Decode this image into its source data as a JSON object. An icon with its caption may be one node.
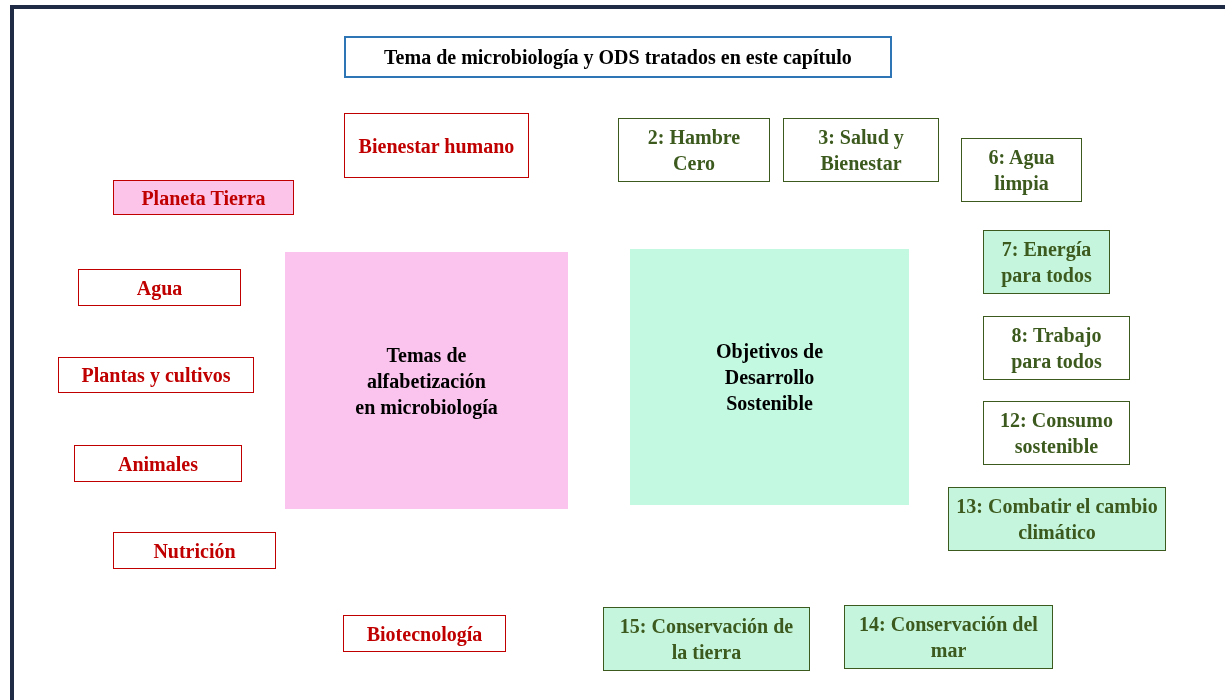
{
  "diagram": {
    "title": "Tema de microbiología y ODS tratados en este capítulo",
    "nodes": [
      {
        "text": [
          "Bienestar humano"
        ]
      },
      {
        "text": [
          "2: Hambre Cero"
        ]
      },
      {
        "text": [
          "3: Salud y Bienestar"
        ]
      },
      {
        "text": [
          "6: Agua limpia"
        ]
      },
      {
        "text": [
          "Planeta Tierra"
        ]
      },
      {
        "text": [
          "7: Energía para todos"
        ]
      },
      {
        "text": [
          "Agua"
        ]
      },
      {
        "text": [
          "Temas de alfabetización en microbiología"
        ]
      },
      {
        "text": [
          "Objetivos de Desarrollo Sostenible"
        ]
      },
      {
        "text": [
          "8: Trabajo para todos"
        ]
      },
      {
        "text": [
          "Plantas y cultivos"
        ]
      },
      {
        "text": [
          "12: Consumo sostenible"
        ]
      },
      {
        "text": [
          "Animales"
        ]
      },
      {
        "text": [
          "13: Combatir el cambio climático"
        ]
      },
      {
        "text": [
          "Nutrición"
        ]
      },
      {
        "text": [
          "Biotecnología"
        ]
      },
      {
        "text": [
          "15: Conservación de la tierra"
        ]
      },
      {
        "text": [
          "14: Conservación del mar"
        ]
      }
    ]
  }
}
